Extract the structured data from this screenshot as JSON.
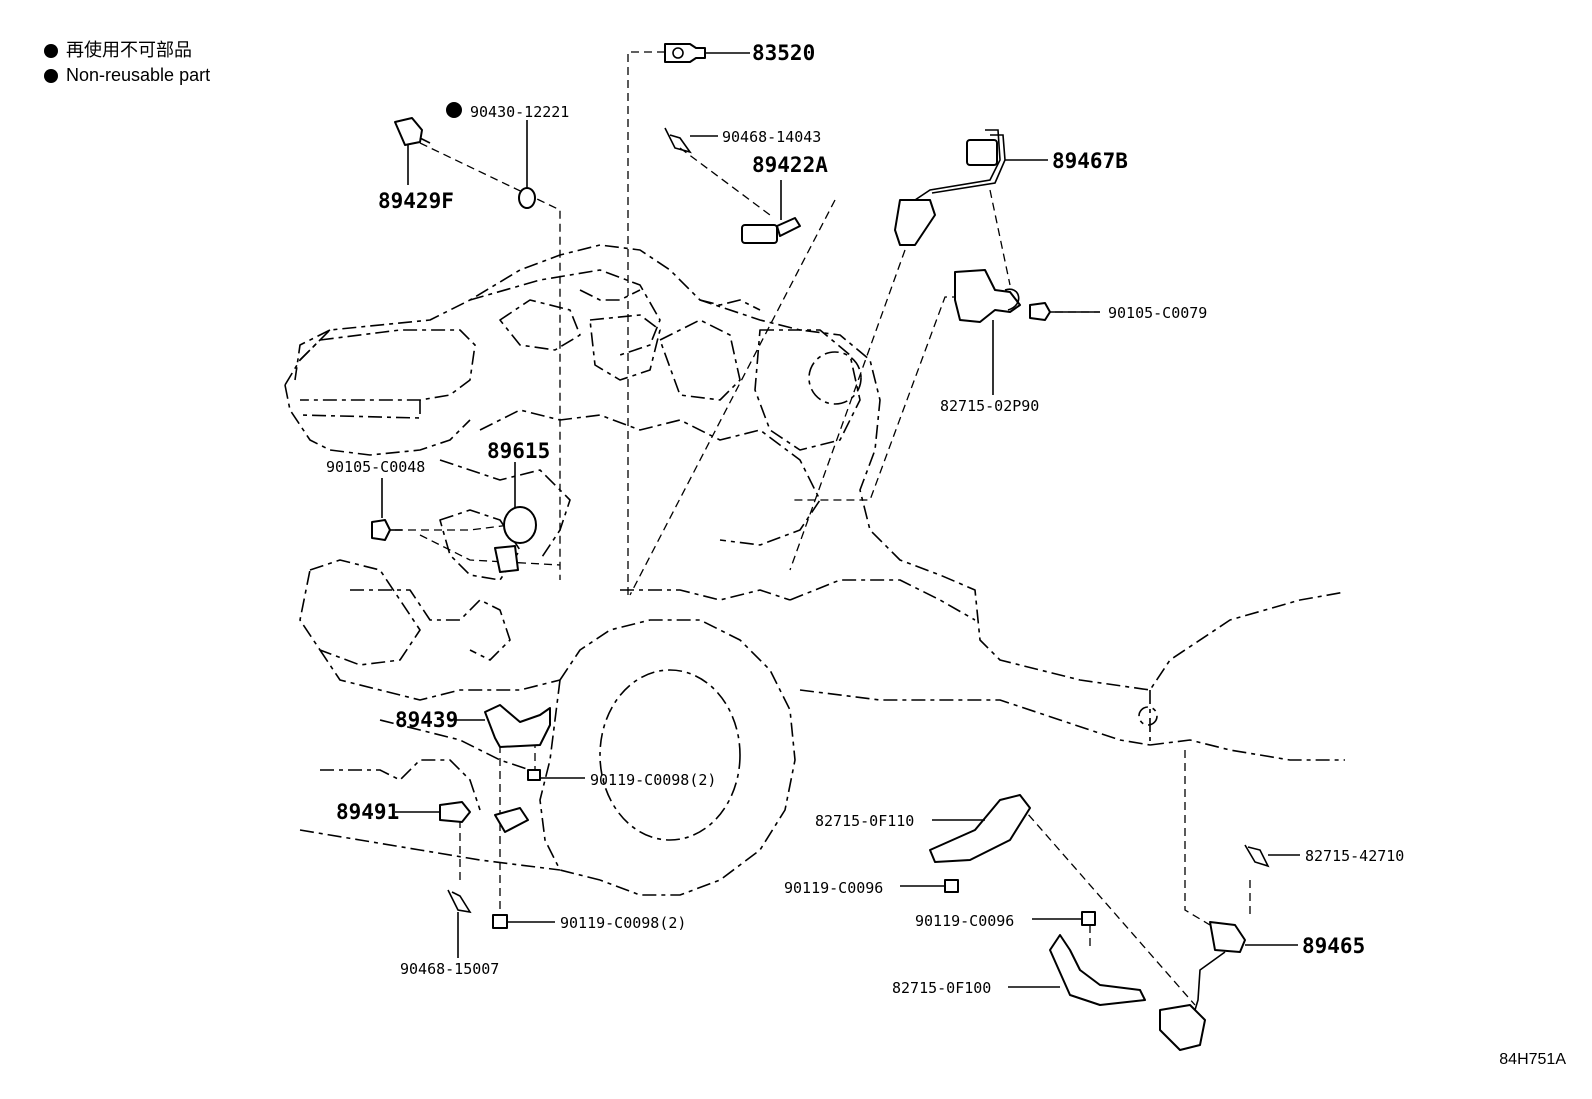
{
  "legend": {
    "line_ja": "再使用不可部品",
    "line_en": "Non-reusable part"
  },
  "diagram_code": "84H751A",
  "parts": {
    "p83520": "83520",
    "p90430": "90430-12221",
    "p89429F": "89429F",
    "p90468a": "90468-14043",
    "p89422A": "89422A",
    "p89467B": "89467B",
    "p90105a": "90105-C0079",
    "p82715a": "82715-02P90",
    "p90105b": "90105-C0048",
    "p89615": "89615",
    "p89439": "89439",
    "p90119a": "90119-C0098(2)",
    "p89491": "89491",
    "p90119b": "90119-C0098(2)",
    "p90468b": "90468-15007",
    "p82715b": "82715-0F110",
    "p90119c": "90119-C0096",
    "p90119d": "90119-C0096",
    "p82715c": "82715-0F100",
    "p82715d": "82715-42710",
    "p89465": "89465"
  }
}
